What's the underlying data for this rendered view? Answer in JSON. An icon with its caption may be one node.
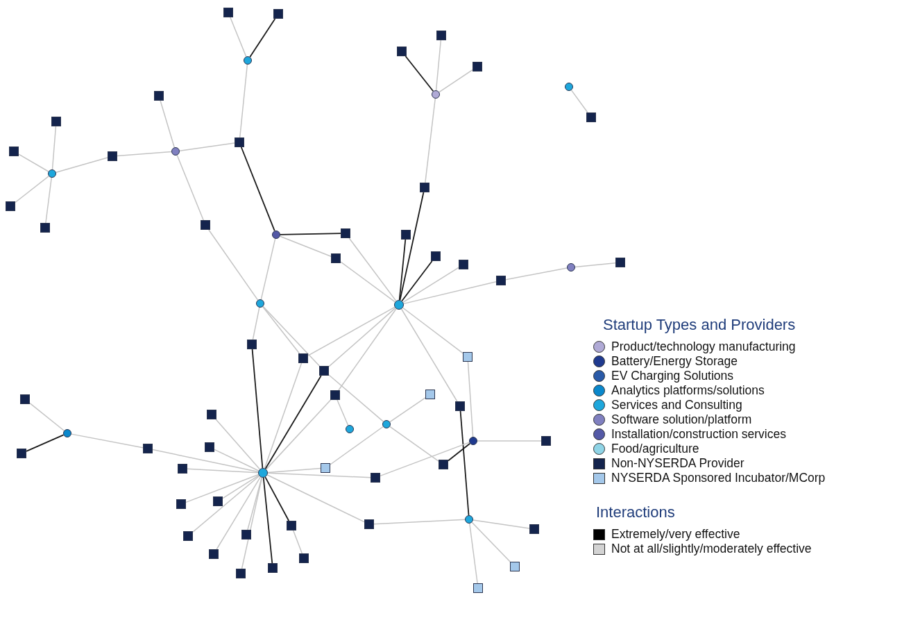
{
  "diagram": {
    "nodes": [
      {
        "text": [],
        "shape": "box"
      },
      {
        "text": [],
        "shape": "box"
      },
      {
        "text": [],
        "shape": "circle"
      },
      {
        "text": [],
        "shape": "box"
      },
      {
        "text": [],
        "shape": "box"
      },
      {
        "text": [],
        "shape": "box"
      },
      {
        "text": [],
        "shape": "box"
      },
      {
        "text": [],
        "shape": "circle"
      },
      {
        "text": [],
        "shape": "box"
      },
      {
        "text": [],
        "shape": "circle"
      },
      {
        "text": [],
        "shape": "box"
      },
      {
        "text": [],
        "shape": "box"
      },
      {
        "text": [],
        "shape": "box"
      },
      {
        "text": [],
        "shape": "circle"
      },
      {
        "text": [],
        "shape": "box"
      },
      {
        "text": [],
        "shape": "box"
      },
      {
        "text": [],
        "shape": "circle"
      },
      {
        "text": [],
        "shape": "box"
      },
      {
        "text": [],
        "shape": "box"
      },
      {
        "text": [],
        "shape": "box"
      },
      {
        "text": [],
        "shape": "circle"
      },
      {
        "text": [],
        "shape": "circle"
      },
      {
        "text": [],
        "shape": "box"
      },
      {
        "text": [],
        "shape": "box"
      },
      {
        "text": [],
        "shape": "box"
      },
      {
        "text": [],
        "shape": "box"
      },
      {
        "text": [],
        "shape": "box"
      },
      {
        "text": [],
        "shape": "box"
      },
      {
        "text": [],
        "shape": "circle"
      },
      {
        "text": [],
        "shape": "box"
      },
      {
        "text": [],
        "shape": "circle"
      },
      {
        "text": [],
        "shape": "box"
      },
      {
        "text": [],
        "shape": "box"
      },
      {
        "text": [],
        "shape": "box"
      },
      {
        "text": [],
        "shape": "box"
      },
      {
        "text": [],
        "shape": "box"
      },
      {
        "text": [],
        "shape": "circle"
      },
      {
        "text": [],
        "shape": "box"
      },
      {
        "text": [],
        "shape": "box"
      },
      {
        "text": [],
        "shape": "box"
      },
      {
        "text": [],
        "shape": "box"
      },
      {
        "text": [],
        "shape": "box"
      },
      {
        "text": [],
        "shape": "circle"
      },
      {
        "text": [],
        "shape": "box"
      },
      {
        "text": [],
        "shape": "box"
      },
      {
        "text": [],
        "shape": "box"
      },
      {
        "text": [],
        "shape": "box"
      },
      {
        "text": [],
        "shape": "box"
      },
      {
        "text": [],
        "shape": "box"
      },
      {
        "text": [],
        "shape": "box"
      },
      {
        "text": [],
        "shape": "box"
      },
      {
        "text": [],
        "shape": "box"
      },
      {
        "text": [],
        "shape": "box"
      },
      {
        "text": [],
        "shape": "box"
      },
      {
        "text": [],
        "shape": "box"
      },
      {
        "text": [],
        "shape": "box"
      },
      {
        "text": [],
        "shape": "circle"
      },
      {
        "text": [],
        "shape": "circle"
      },
      {
        "text": [],
        "shape": "box"
      },
      {
        "text": [],
        "shape": "circle"
      },
      {
        "text": [],
        "shape": "box"
      },
      {
        "text": [],
        "shape": "box"
      },
      {
        "text": [],
        "shape": "box"
      },
      {
        "text": [],
        "shape": "circle"
      },
      {
        "text": [],
        "shape": "box"
      },
      {
        "text": [],
        "shape": "box"
      },
      {
        "text": [],
        "shape": "box"
      }
    ],
    "edges": [
      {
        "from": 2,
        "to": 0,
        "arrow": "none"
      },
      {
        "from": 2,
        "to": 1,
        "arrow": "none",
        "color": "#1a1a1a"
      },
      {
        "from": 2,
        "to": 8,
        "arrow": "none"
      },
      {
        "from": 7,
        "to": 3,
        "arrow": "none"
      },
      {
        "from": 7,
        "to": 6,
        "arrow": "none"
      },
      {
        "from": 7,
        "to": 8,
        "arrow": "none"
      },
      {
        "from": 7,
        "to": 12,
        "arrow": "none"
      },
      {
        "from": 9,
        "to": 4,
        "arrow": "none"
      },
      {
        "from": 9,
        "to": 5,
        "arrow": "none"
      },
      {
        "from": 9,
        "to": 10,
        "arrow": "none"
      },
      {
        "from": 9,
        "to": 11,
        "arrow": "none"
      },
      {
        "from": 9,
        "to": 6,
        "arrow": "none"
      },
      {
        "from": 8,
        "to": 13,
        "arrow": "none",
        "color": "#1a1a1a"
      },
      {
        "from": 13,
        "to": 14,
        "arrow": "none",
        "color": "#1a1a1a"
      },
      {
        "from": 13,
        "to": 15,
        "arrow": "none"
      },
      {
        "from": 13,
        "to": 16,
        "arrow": "none"
      },
      {
        "from": 12,
        "to": 16,
        "arrow": "none"
      },
      {
        "from": 14,
        "to": 30,
        "arrow": "none"
      },
      {
        "from": 15,
        "to": 30,
        "arrow": "none"
      },
      {
        "from": 20,
        "to": 17,
        "arrow": "none"
      },
      {
        "from": 20,
        "to": 18,
        "arrow": "none",
        "color": "#1a1a1a"
      },
      {
        "from": 20,
        "to": 19,
        "arrow": "none"
      },
      {
        "from": 20,
        "to": 23,
        "arrow": "none"
      },
      {
        "from": 23,
        "to": 30,
        "arrow": "none",
        "color": "#1a1a1a"
      },
      {
        "from": 24,
        "to": 30,
        "arrow": "none",
        "color": "#1a1a1a"
      },
      {
        "from": 25,
        "to": 30,
        "arrow": "none",
        "color": "#1a1a1a"
      },
      {
        "from": 26,
        "to": 30,
        "arrow": "none"
      },
      {
        "from": 27,
        "to": 30,
        "arrow": "none"
      },
      {
        "from": 27,
        "to": 28,
        "arrow": "none"
      },
      {
        "from": 28,
        "to": 29,
        "arrow": "none"
      },
      {
        "from": 21,
        "to": 22,
        "arrow": "none"
      },
      {
        "from": 30,
        "to": 54,
        "arrow": "none"
      },
      {
        "from": 30,
        "to": 58,
        "arrow": "none"
      },
      {
        "from": 30,
        "to": 32,
        "arrow": "none"
      },
      {
        "from": 30,
        "to": 33,
        "arrow": "none"
      },
      {
        "from": 30,
        "to": 34,
        "arrow": "none"
      },
      {
        "from": 34,
        "to": 42,
        "arrow": "none"
      },
      {
        "from": 34,
        "to": 56,
        "arrow": "none"
      },
      {
        "from": 32,
        "to": 42,
        "arrow": "none"
      },
      {
        "from": 16,
        "to": 32,
        "arrow": "none"
      },
      {
        "from": 16,
        "to": 33,
        "arrow": "none"
      },
      {
        "from": 33,
        "to": 57,
        "arrow": "none"
      },
      {
        "from": 16,
        "to": 31,
        "arrow": "none"
      },
      {
        "from": 31,
        "to": 42,
        "arrow": "none",
        "color": "#1a1a1a"
      },
      {
        "from": 33,
        "to": 42,
        "arrow": "none",
        "color": "#1a1a1a"
      },
      {
        "from": 54,
        "to": 59,
        "arrow": "none"
      },
      {
        "from": 58,
        "to": 63,
        "arrow": "none",
        "color": "#1a1a1a"
      },
      {
        "from": 59,
        "to": 60,
        "arrow": "none"
      },
      {
        "from": 59,
        "to": 61,
        "arrow": "none",
        "color": "#1a1a1a"
      },
      {
        "from": 59,
        "to": 44,
        "arrow": "none"
      },
      {
        "from": 57,
        "to": 55,
        "arrow": "none"
      },
      {
        "from": 57,
        "to": 43,
        "arrow": "none"
      },
      {
        "from": 57,
        "to": 61,
        "arrow": "none"
      },
      {
        "from": 43,
        "to": 42,
        "arrow": "none"
      },
      {
        "from": 44,
        "to": 42,
        "arrow": "none"
      },
      {
        "from": 62,
        "to": 42,
        "arrow": "none"
      },
      {
        "from": 62,
        "to": 63,
        "arrow": "none"
      },
      {
        "from": 63,
        "to": 64,
        "arrow": "none"
      },
      {
        "from": 63,
        "to": 65,
        "arrow": "none"
      },
      {
        "from": 63,
        "to": 66,
        "arrow": "none"
      },
      {
        "from": 42,
        "to": 38,
        "arrow": "none"
      },
      {
        "from": 42,
        "to": 40,
        "arrow": "none"
      },
      {
        "from": 42,
        "to": 41,
        "arrow": "none"
      },
      {
        "from": 42,
        "to": 45,
        "arrow": "none"
      },
      {
        "from": 42,
        "to": 46,
        "arrow": "none"
      },
      {
        "from": 42,
        "to": 47,
        "arrow": "none"
      },
      {
        "from": 42,
        "to": 48,
        "arrow": "none"
      },
      {
        "from": 42,
        "to": 50,
        "arrow": "none"
      },
      {
        "from": 42,
        "to": 52,
        "arrow": "none"
      },
      {
        "from": 42,
        "to": 49,
        "arrow": "none",
        "color": "#1a1a1a"
      },
      {
        "from": 42,
        "to": 53,
        "arrow": "none",
        "color": "#1a1a1a"
      },
      {
        "from": 49,
        "to": 51,
        "arrow": "none"
      },
      {
        "from": 36,
        "to": 39,
        "arrow": "none"
      },
      {
        "from": 39,
        "to": 42,
        "arrow": "none"
      },
      {
        "from": 36,
        "to": 35,
        "arrow": "none"
      },
      {
        "from": 36,
        "to": 37,
        "arrow": "none",
        "color": "#1a1a1a"
      }
    ],
    "labels": [
      "Startup Types and Providers",
      "Interactions"
    ],
    "legend": [
      {
        "text": "Product/technology manufacturing",
        "color": "#b0aad6"
      },
      {
        "text": "Battery/Energy Storage",
        "color": "#1f3a8f"
      },
      {
        "text": "EV Charging Solutions",
        "color": "#2a5aa8"
      },
      {
        "text": "Analytics platforms/solutions",
        "color": "#0a88cc"
      },
      {
        "text": "Services and Consulting",
        "color": "#1ea7dc"
      },
      {
        "text": "Software solution/platform",
        "color": "#8080c0"
      },
      {
        "text": "Installation/construction services",
        "color": "#5459a6"
      },
      {
        "text": "Food/agriculture",
        "color": "#8fd4e6"
      },
      {
        "text": "Non-NYSERDA Provider",
        "color": "#14244d"
      },
      {
        "text": "NYSERDA Sponsored Incubator/MCorp",
        "color": "#a4c8ea"
      },
      {
        "text": "Extremely/very effective",
        "color": "#000000"
      },
      {
        "text": "Not at all/slightly/moderately effective",
        "color": "#d3d3d3"
      }
    ]
  }
}
